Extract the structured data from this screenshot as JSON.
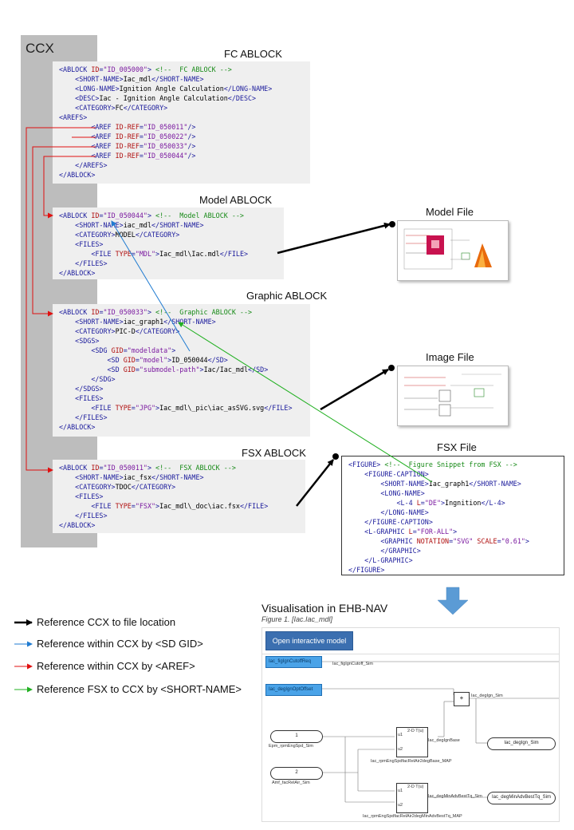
{
  "ccx": {
    "label": "CCX",
    "fc_block": {
      "title": "FC ABLOCK",
      "lines": [
        [
          [
            "tg",
            "<ABLOCK "
          ],
          [
            "at",
            "ID"
          ],
          [
            "tg",
            "="
          ],
          [
            "vl",
            "\"ID_005000\""
          ],
          [
            "tg",
            ">"
          ],
          [
            "tx",
            " "
          ],
          [
            "cm",
            "<!--  FC ABLOCK -->"
          ]
        ],
        [
          [
            "tx",
            "    "
          ],
          [
            "tg",
            "<SHORT-NAME>"
          ],
          [
            "tx",
            "Iac_mdl"
          ],
          [
            "tg",
            "</SHORT-NAME>"
          ]
        ],
        [
          [
            "tx",
            "    "
          ],
          [
            "tg",
            "<LONG-NAME>"
          ],
          [
            "tx",
            "Ignition Angle Calculation"
          ],
          [
            "tg",
            "</LONG-NAME>"
          ]
        ],
        [
          [
            "tx",
            "    "
          ],
          [
            "tg",
            "<DESC>"
          ],
          [
            "tx",
            "Iac - Ignition Angle Calculation"
          ],
          [
            "tg",
            "</DESC>"
          ]
        ],
        [
          [
            "tx",
            "    "
          ],
          [
            "tg",
            "<CATEGORY>"
          ],
          [
            "tx",
            "FC"
          ],
          [
            "tg",
            "</CATEGORY>"
          ]
        ],
        [
          [
            "tg",
            "<AREFS>"
          ]
        ],
        [
          [
            "tx",
            "        "
          ],
          [
            "tg",
            "<AREF "
          ],
          [
            "at",
            "ID-REF"
          ],
          [
            "tg",
            "="
          ],
          [
            "vl",
            "\"ID_050011\""
          ],
          [
            "tg",
            "/>"
          ]
        ],
        [
          [
            "tx",
            "        "
          ],
          [
            "tg",
            "<AREF "
          ],
          [
            "at",
            "ID-REF"
          ],
          [
            "tg",
            "="
          ],
          [
            "vl",
            "\"ID_050022\""
          ],
          [
            "tg",
            "/>"
          ]
        ],
        [
          [
            "tx",
            "        "
          ],
          [
            "tg",
            "<AREF "
          ],
          [
            "at",
            "ID-REF"
          ],
          [
            "tg",
            "="
          ],
          [
            "vl",
            "\"ID_050033\""
          ],
          [
            "tg",
            "/>"
          ]
        ],
        [
          [
            "tx",
            "        "
          ],
          [
            "tg",
            "<AREF "
          ],
          [
            "at",
            "ID-REF"
          ],
          [
            "tg",
            "="
          ],
          [
            "vl",
            "\"ID_050044\""
          ],
          [
            "tg",
            "/>"
          ]
        ],
        [
          [
            "tx",
            "    "
          ],
          [
            "tg",
            "</AREFS>"
          ]
        ],
        [
          [
            "tg",
            "</ABLOCK>"
          ]
        ]
      ]
    },
    "model_block": {
      "title": "Model ABLOCK",
      "lines": [
        [
          [
            "tg",
            "<ABLOCK "
          ],
          [
            "at",
            "ID"
          ],
          [
            "tg",
            "="
          ],
          [
            "vl",
            "\"ID_050044\""
          ],
          [
            "tg",
            ">"
          ],
          [
            "tx",
            " "
          ],
          [
            "cm",
            "<!--  Model ABLOCK -->"
          ]
        ],
        [
          [
            "tx",
            "    "
          ],
          [
            "tg",
            "<SHORT-NAME>"
          ],
          [
            "tx",
            "iac_mdl"
          ],
          [
            "tg",
            "</SHORT-NAME>"
          ]
        ],
        [
          [
            "tx",
            "    "
          ],
          [
            "tg",
            "<CATEGORY>"
          ],
          [
            "tx",
            "MODEL"
          ],
          [
            "tg",
            "</CATEGORY>"
          ]
        ],
        [
          [
            "tx",
            "    "
          ],
          [
            "tg",
            "<FILES>"
          ]
        ],
        [
          [
            "tx",
            "        "
          ],
          [
            "tg",
            "<FILE "
          ],
          [
            "at",
            "TYPE"
          ],
          [
            "tg",
            "="
          ],
          [
            "vl",
            "\"MDL\""
          ],
          [
            "tg",
            ">"
          ],
          [
            "tx",
            "Iac_mdl\\Iac.mdl"
          ],
          [
            "tg",
            "</FILE>"
          ]
        ],
        [
          [
            "tx",
            "    "
          ],
          [
            "tg",
            "</FILES>"
          ]
        ],
        [
          [
            "tg",
            "</ABLOCK>"
          ]
        ]
      ]
    },
    "graphic_block": {
      "title": "Graphic ABLOCK",
      "lines": [
        [
          [
            "tg",
            "<ABLOCK "
          ],
          [
            "at",
            "ID"
          ],
          [
            "tg",
            "="
          ],
          [
            "vl",
            "\"ID_050033\""
          ],
          [
            "tg",
            ">"
          ],
          [
            "tx",
            " "
          ],
          [
            "cm",
            "<!--  Graphic ABLOCK -->"
          ]
        ],
        [
          [
            "tx",
            "    "
          ],
          [
            "tg",
            "<SHORT-NAME>"
          ],
          [
            "tx",
            "iac_graph1"
          ],
          [
            "tg",
            "</SHORT-NAME>"
          ]
        ],
        [
          [
            "tx",
            "    "
          ],
          [
            "tg",
            "<CATEGORY>"
          ],
          [
            "tx",
            "PIC-D"
          ],
          [
            "tg",
            "</CATEGORY>"
          ]
        ],
        [
          [
            "tx",
            "    "
          ],
          [
            "tg",
            "<SDGS>"
          ]
        ],
        [
          [
            "tx",
            "        "
          ],
          [
            "tg",
            "<SDG "
          ],
          [
            "at",
            "GID"
          ],
          [
            "tg",
            "="
          ],
          [
            "vl",
            "\"modeldata\""
          ],
          [
            "tg",
            ">"
          ]
        ],
        [
          [
            "tx",
            "            "
          ],
          [
            "tg",
            "<SD "
          ],
          [
            "at",
            "GID"
          ],
          [
            "tg",
            "="
          ],
          [
            "vl",
            "\"model\""
          ],
          [
            "tg",
            ">"
          ],
          [
            "tx",
            "ID_050044"
          ],
          [
            "tg",
            "</SD>"
          ]
        ],
        [
          [
            "tx",
            "            "
          ],
          [
            "tg",
            "<SD "
          ],
          [
            "at",
            "GID"
          ],
          [
            "tg",
            "="
          ],
          [
            "vl",
            "\"submodel-path\""
          ],
          [
            "tg",
            ">"
          ],
          [
            "tx",
            "Iac/Iac_mdl"
          ],
          [
            "tg",
            "</SD>"
          ]
        ],
        [
          [
            "tx",
            "        "
          ],
          [
            "tg",
            "</SDG>"
          ]
        ],
        [
          [
            "tx",
            "    "
          ],
          [
            "tg",
            "</SDGS>"
          ]
        ],
        [
          [
            "tx",
            "    "
          ],
          [
            "tg",
            "<FILES>"
          ]
        ],
        [
          [
            "tx",
            "        "
          ],
          [
            "tg",
            "<FILE "
          ],
          [
            "at",
            "TYPE"
          ],
          [
            "tg",
            "="
          ],
          [
            "vl",
            "\"JPG\""
          ],
          [
            "tg",
            ">"
          ],
          [
            "tx",
            "Iac_mdl\\_pic\\iac_asSVG.svg"
          ],
          [
            "tg",
            "</FILE>"
          ]
        ],
        [
          [
            "tx",
            "    "
          ],
          [
            "tg",
            "</FILES>"
          ]
        ],
        [
          [
            "tg",
            "</ABLOCK>"
          ]
        ]
      ]
    },
    "fsx_block": {
      "title": "FSX ABLOCK",
      "lines": [
        [
          [
            "tg",
            "<ABLOCK "
          ],
          [
            "at",
            "ID"
          ],
          [
            "tg",
            "="
          ],
          [
            "vl",
            "\"ID_050011\""
          ],
          [
            "tg",
            ">"
          ],
          [
            "tx",
            " "
          ],
          [
            "cm",
            "<!--  FSX ABLOCK -->"
          ]
        ],
        [
          [
            "tx",
            "    "
          ],
          [
            "tg",
            "<SHORT-NAME>"
          ],
          [
            "tx",
            "iac_fsx"
          ],
          [
            "tg",
            "</SHORT-NAME>"
          ]
        ],
        [
          [
            "tx",
            "    "
          ],
          [
            "tg",
            "<CATEGORY>"
          ],
          [
            "tx",
            "TDOC"
          ],
          [
            "tg",
            "</CATEGORY>"
          ]
        ],
        [
          [
            "tx",
            "    "
          ],
          [
            "tg",
            "<FILES>"
          ]
        ],
        [
          [
            "tx",
            "        "
          ],
          [
            "tg",
            "<FILE "
          ],
          [
            "at",
            "TYPE"
          ],
          [
            "tg",
            "="
          ],
          [
            "vl",
            "\"FSX\""
          ],
          [
            "tg",
            ">"
          ],
          [
            "tx",
            "Iac_mdl\\_doc\\iac.fsx"
          ],
          [
            "tg",
            "</FILE>"
          ]
        ],
        [
          [
            "tx",
            "    "
          ],
          [
            "tg",
            "</FILES>"
          ]
        ],
        [
          [
            "tg",
            "</ABLOCK>"
          ]
        ]
      ]
    }
  },
  "model_file": {
    "title": "Model File"
  },
  "image_file": {
    "title": "Image File"
  },
  "fsx_file": {
    "title": "FSX File",
    "lines": [
      [
        [
          "tg",
          "<FIGURE>"
        ],
        [
          "tx",
          " "
        ],
        [
          "cm",
          "<!--  Figure Snippet from FSX -->"
        ]
      ],
      [
        [
          "tx",
          "    "
        ],
        [
          "tg",
          "<FIGURE-CAPTION>"
        ]
      ],
      [
        [
          "tx",
          "        "
        ],
        [
          "tg",
          "<SHORT-NAME>"
        ],
        [
          "tx",
          "Iac_graph1"
        ],
        [
          "tg",
          "</SHORT-NAME>"
        ]
      ],
      [
        [
          "tx",
          "        "
        ],
        [
          "tg",
          "<LONG-NAME>"
        ]
      ],
      [
        [
          "tx",
          "            "
        ],
        [
          "tg",
          "<L-4 "
        ],
        [
          "at",
          "L"
        ],
        [
          "tg",
          "="
        ],
        [
          "vl",
          "\"DE\""
        ],
        [
          "tg",
          ">"
        ],
        [
          "tx",
          "Ingnition"
        ],
        [
          "tg",
          "</L-4>"
        ]
      ],
      [
        [
          "tx",
          "        "
        ],
        [
          "tg",
          "</LONG-NAME>"
        ]
      ],
      [
        [
          "tx",
          "    "
        ],
        [
          "tg",
          "</FIGURE-CAPTION>"
        ]
      ],
      [
        [
          "tx",
          "    "
        ],
        [
          "tg",
          "<L-GRAPHIC "
        ],
        [
          "at",
          "L"
        ],
        [
          "tg",
          "="
        ],
        [
          "vl",
          "\"FOR-ALL\""
        ],
        [
          "tg",
          ">"
        ]
      ],
      [
        [
          "tx",
          "        "
        ],
        [
          "tg",
          "<GRAPHIC "
        ],
        [
          "at",
          "NOTATION"
        ],
        [
          "tg",
          "="
        ],
        [
          "vl",
          "\"SVG\""
        ],
        [
          "tx",
          " "
        ],
        [
          "at",
          "SCALE"
        ],
        [
          "tg",
          "="
        ],
        [
          "vl",
          "\"0.61\""
        ],
        [
          "tg",
          ">"
        ]
      ],
      [
        [
          "tx",
          "        "
        ],
        [
          "tg",
          "</GRAPHIC>"
        ]
      ],
      [
        [
          "tx",
          "    "
        ],
        [
          "tg",
          "</L-GRAPHIC>"
        ]
      ],
      [
        [
          "tg",
          "</FIGURE>"
        ]
      ]
    ]
  },
  "legend": {
    "items": [
      {
        "label": "Reference CCX to file location",
        "color": "#000000"
      },
      {
        "label": "Reference within CCX by <SD GID>",
        "color": "#1f7bd1"
      },
      {
        "label": "Reference within CCX by <AREF>",
        "color": "#e01010"
      },
      {
        "label": "Reference FSX to CCX by <SHORT-NAME>",
        "color": "#22b022"
      }
    ]
  },
  "visualisation": {
    "title": "Visualisation in EHB-NAV",
    "caption": "Figure 1. [Iac.Iac_mdl]",
    "open_button": "Open interactive model",
    "sim": {
      "in1": "Iac_figIgnCutoffReq",
      "in1_out": "Iac_figIgnCutoff_Sim",
      "in2": "Iac_degIgnOptOffset",
      "in2_out": "Iac_degIgn_Sim",
      "src1_num": "1",
      "src1_lbl": "Epm_rpmEngSpd_Sim",
      "src2_num": "2",
      "src2_lbl": "Amf_facRelAir_Sim",
      "map1_out": "Iac_degIgnBase",
      "map1_lbl": "Iac_rpmEngSpdfacRelAir2degBase_MAP",
      "map2_out": "Iac_degMinAdvBestTq_Sim",
      "map2_lbl": "Iac_rpmEngSpdfacRelAir2degMinAdvBestTq_MAP",
      "out1": "Iac_degIgn_Sim",
      "out2": "Iac_degMinAdvBestTq_Sim",
      "map_title": "2-D T(u)",
      "u1": "u1",
      "u2": "u2"
    }
  },
  "colors": {
    "ccx_bar": "#bdbdbd",
    "block_bg": "#efefef",
    "arrow_black": "#000000",
    "arrow_blue": "#1f7bd1",
    "arrow_red": "#e01010",
    "arrow_green": "#22b022",
    "down_arrow": "#5b9bd5",
    "button": "#3b6fb0"
  }
}
